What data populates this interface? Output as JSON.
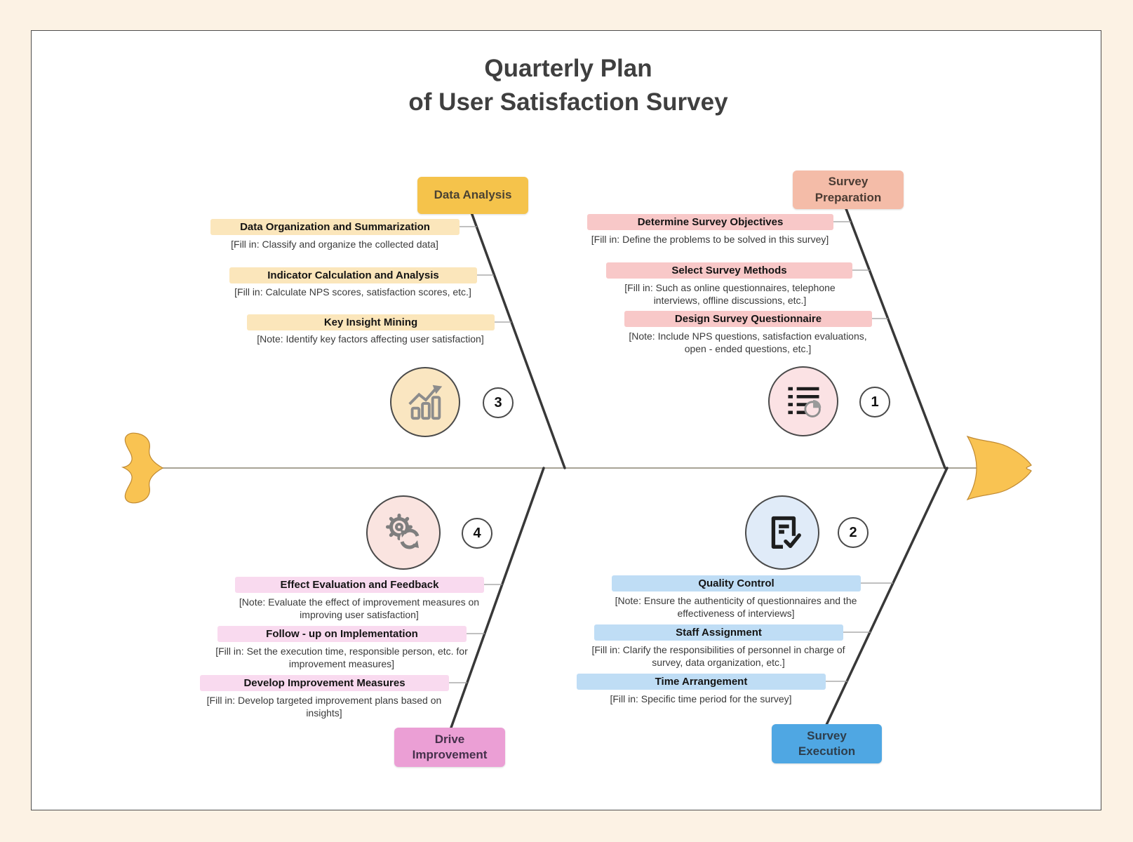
{
  "title": {
    "line1": "Quarterly Plan",
    "line2": "of User Satisfaction Survey"
  },
  "branches": {
    "survey_preparation": {
      "label": "Survey\nPreparation",
      "number": "1",
      "icon": "checklist-pie-icon",
      "header_color": "#F4BCA8",
      "bar_color": "#F8C8C8",
      "icon_circle_color": "#FBE2E4",
      "items": [
        {
          "title": "Determine Survey Objectives",
          "note": "[Fill in: Define the problems to be solved in this survey]"
        },
        {
          "title": "Select Survey Methods",
          "note": "[Fill in: Such as online questionnaires, telephone interviews, offline discussions, etc.]"
        },
        {
          "title": "Design Survey Questionnaire",
          "note": "[Note: Include NPS questions, satisfaction evaluations, open - ended questions, etc.]"
        }
      ]
    },
    "survey_execution": {
      "label": "Survey\nExecution",
      "number": "2",
      "icon": "document-check-icon",
      "header_color": "#4FA7E3",
      "bar_color": "#BFDDF5",
      "icon_circle_color": "#E0EBF8",
      "items": [
        {
          "title": "Quality Control",
          "note": "[Note: Ensure the authenticity of questionnaires and the effectiveness of interviews]"
        },
        {
          "title": "Staff Assignment",
          "note": "[Fill in: Clarify the responsibilities of personnel in charge of survey, data organization, etc.]"
        },
        {
          "title": "Time Arrangement",
          "note": "[Fill in: Specific time period for the survey]"
        }
      ]
    },
    "data_analysis": {
      "label": "Data Analysis",
      "number": "3",
      "icon": "bar-chart-growth-icon",
      "header_color": "#F5C34B",
      "bar_color": "#FBE6BB",
      "icon_circle_color": "#FAE6C1",
      "items": [
        {
          "title": "Data Organization and Summarization",
          "note": "[Fill in: Classify and organize the collected data]"
        },
        {
          "title": "Indicator Calculation and Analysis",
          "note": "[Fill in: Calculate NPS scores, satisfaction scores, etc.]"
        },
        {
          "title": "Key Insight Mining",
          "note": "[Note: Identify key factors affecting user satisfaction]"
        }
      ]
    },
    "drive_improvement": {
      "label": "Drive\nImprovement",
      "number": "4",
      "icon": "gear-sync-icon",
      "header_color": "#EB9FD5",
      "bar_color": "#F9DAEF",
      "icon_circle_color": "#FAE4E0",
      "items": [
        {
          "title": "Effect Evaluation and Feedback",
          "note": "[Note: Evaluate the effect of improvement measures on improving user satisfaction]"
        },
        {
          "title": "Follow - up on Implementation",
          "note": "[Fill in: Set the execution time, responsible person, etc. for improvement measures]"
        },
        {
          "title": "Develop Improvement Measures",
          "note": "[Fill in: Develop targeted improvement plans based on insights]"
        }
      ]
    }
  },
  "colors": {
    "background": "#FCF2E4",
    "canvas": "#FFFFFF",
    "spine": "#A8A396",
    "bone": "#383838",
    "tick": "#9B9B9B",
    "fish_fill": "#F9C352",
    "fish_stroke": "#C08A33",
    "title_text": "#3F3F3F"
  }
}
